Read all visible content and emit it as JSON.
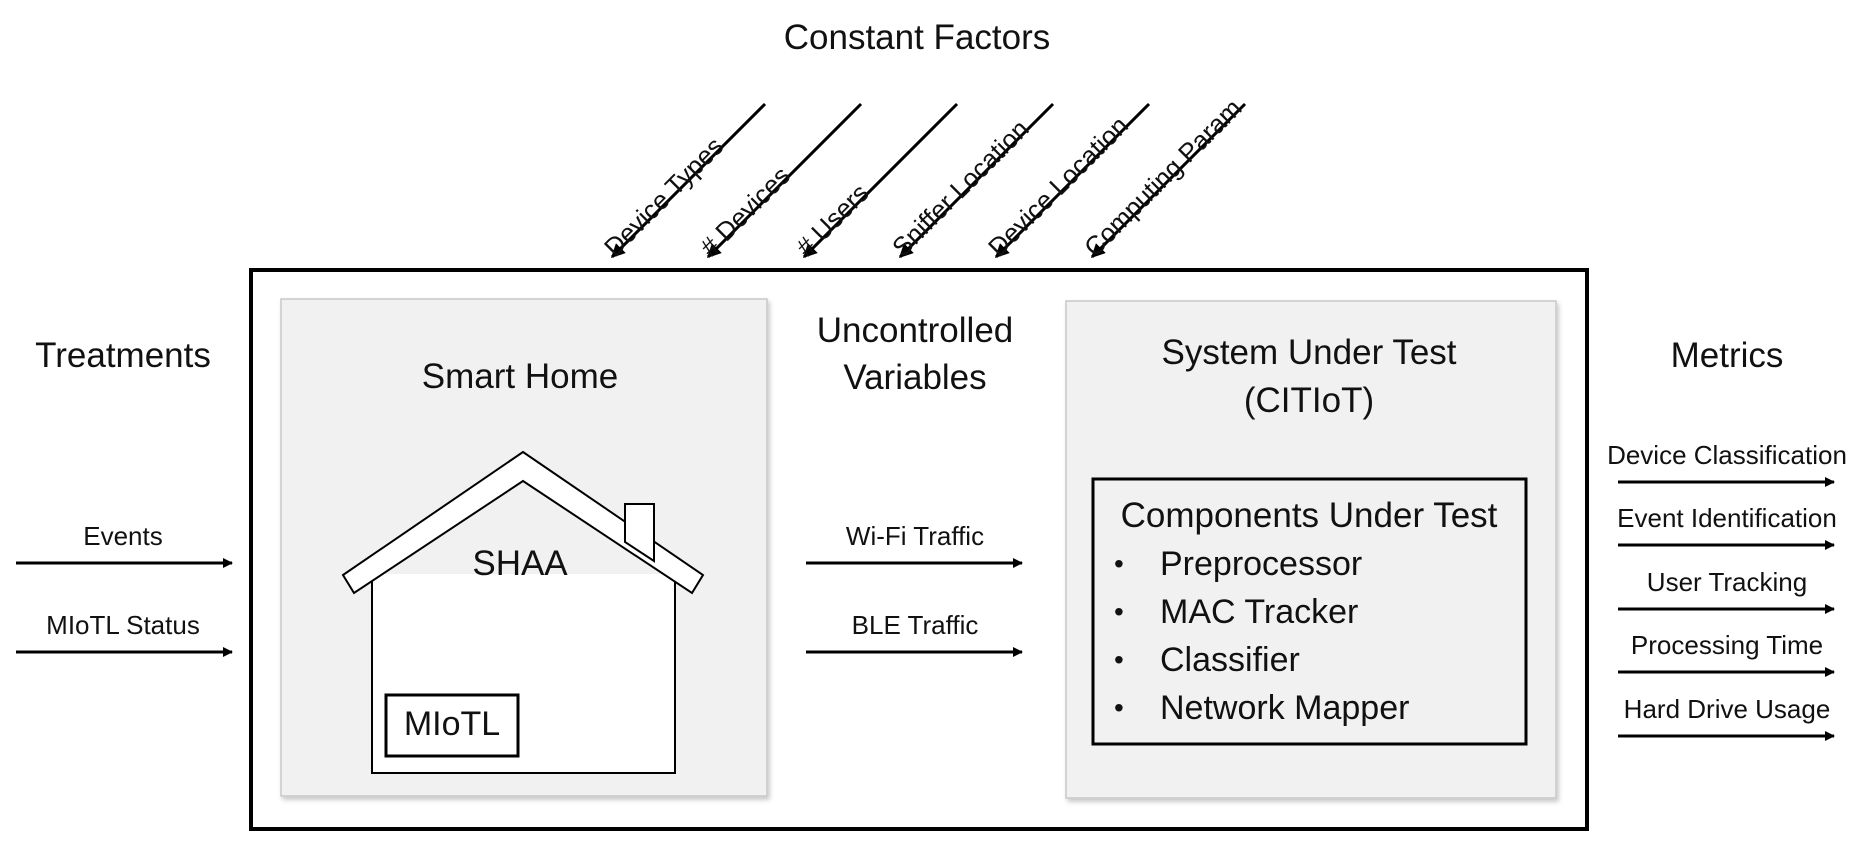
{
  "header": {
    "constant_factors_title": "Constant Factors"
  },
  "constant_factors": [
    "Device Types",
    "# Devices",
    "# Users",
    "Sniffer Location",
    "Device Location",
    "Computing Param"
  ],
  "treatments": {
    "title": "Treatments",
    "items": [
      "Events",
      "MIoTL Status"
    ]
  },
  "smart_home": {
    "title": "Smart Home",
    "house_label": "SHAA",
    "device_label": "MIoTL"
  },
  "uncontrolled": {
    "title_line1": "Uncontrolled",
    "title_line2": "Variables",
    "items": [
      "Wi-Fi Traffic",
      "BLE Traffic"
    ]
  },
  "system_under_test": {
    "title_line1": "System Under Test",
    "title_line2": "(CITIoT)",
    "components_title": "Components Under Test",
    "bullet_symbol": "•",
    "components": [
      "Preprocessor",
      "MAC Tracker",
      "Classifier",
      "Network Mapper"
    ]
  },
  "metrics": {
    "title": "Metrics",
    "items": [
      "Device Classification",
      "Event Identification",
      "User Tracking",
      "Processing Time",
      "Hard Drive Usage"
    ]
  },
  "colors": {
    "panel_fill": "#f1f1f1",
    "panel_border": "#c8c8c8",
    "line": "#000000"
  }
}
